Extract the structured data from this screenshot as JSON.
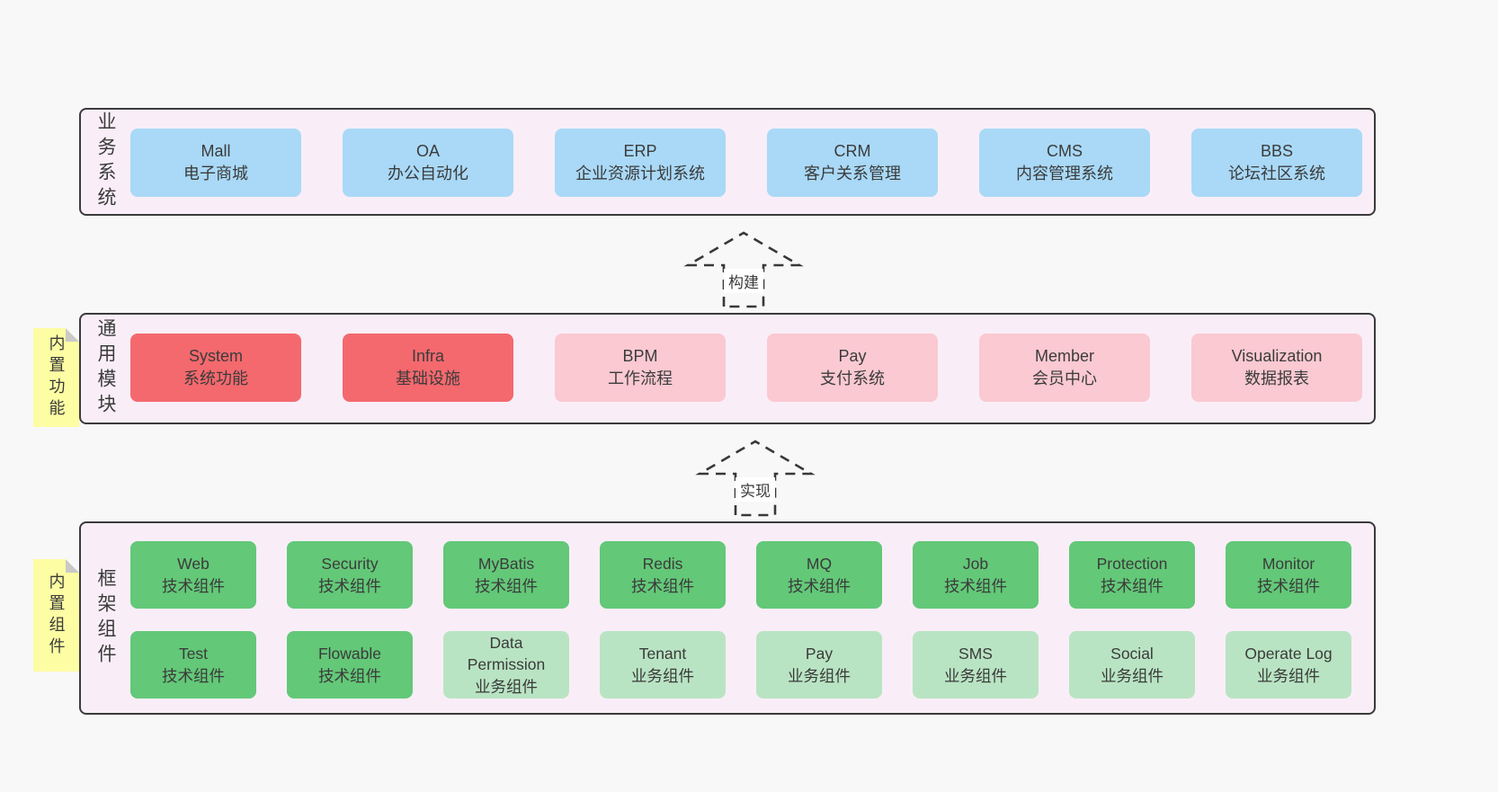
{
  "colors": {
    "page_background": "#f8f8f8",
    "container_fill": "#f9eef7",
    "container_border": "#3b3b3b",
    "business_box": "#a9d9f7",
    "core_module_box": "#f4696e",
    "optional_module_box": "#fac9d2",
    "tech_component_box": "#63c878",
    "biz_component_box": "#b9e4c3",
    "sticky_note": "#fdfda3",
    "note_fold": "#c9c9c9",
    "text": "#3b3b3b"
  },
  "business": {
    "label": "业务系统",
    "boxes": [
      {
        "name": "Mall",
        "desc": "电子商城"
      },
      {
        "name": "OA",
        "desc": "办公自动化"
      },
      {
        "name": "ERP",
        "desc": "企业资源计划系统"
      },
      {
        "name": "CRM",
        "desc": "客户关系管理"
      },
      {
        "name": "CMS",
        "desc": "内容管理系统"
      },
      {
        "name": "BBS",
        "desc": "论坛社区系统"
      }
    ]
  },
  "arrows": {
    "build": {
      "label": "构建"
    },
    "implement": {
      "label": "实现"
    }
  },
  "modules": {
    "label": "通用模块",
    "note": "内置功能",
    "boxes": [
      {
        "name": "System",
        "desc": "系统功能"
      },
      {
        "name": "Infra",
        "desc": "基础设施"
      },
      {
        "name": "BPM",
        "desc": "工作流程"
      },
      {
        "name": "Pay",
        "desc": "支付系统"
      },
      {
        "name": "Member",
        "desc": "会员中心"
      },
      {
        "name": "Visualization",
        "desc": "数据报表"
      }
    ]
  },
  "components": {
    "label": "框架组件",
    "note": "内置组件",
    "rows": [
      [
        {
          "name": "Web",
          "desc": "技术组件"
        },
        {
          "name": "Security",
          "desc": "技术组件"
        },
        {
          "name": "MyBatis",
          "desc": "技术组件"
        },
        {
          "name": "Redis",
          "desc": "技术组件"
        },
        {
          "name": "MQ",
          "desc": "技术组件"
        },
        {
          "name": "Job",
          "desc": "技术组件"
        },
        {
          "name": "Protection",
          "desc": "技术组件"
        },
        {
          "name": "Monitor",
          "desc": "技术组件"
        }
      ],
      [
        {
          "name": "Test",
          "desc": "技术组件"
        },
        {
          "name": "Flowable",
          "desc": "技术组件"
        },
        {
          "name": "Data Permission",
          "desc": "业务组件"
        },
        {
          "name": "Tenant",
          "desc": "业务组件"
        },
        {
          "name": "Pay",
          "desc": "业务组件"
        },
        {
          "name": "SMS",
          "desc": "业务组件"
        },
        {
          "name": "Social",
          "desc": "业务组件"
        },
        {
          "name": "Operate Log",
          "desc": "业务组件"
        }
      ]
    ]
  }
}
